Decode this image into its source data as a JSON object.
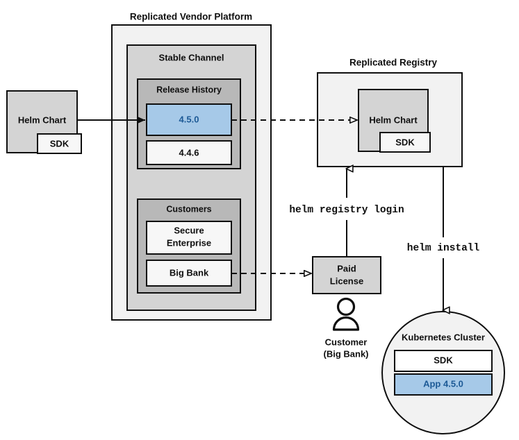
{
  "diagram": {
    "title_vendor_platform": "Replicated Vendor Platform",
    "title_registry": "Replicated Registry",
    "palette": {
      "blue_fill": "#a6c9e8",
      "blue_stroke": "#3c7cbf",
      "blue_text": "#1d5a96",
      "panel_white": "#f2f2f2",
      "panel_light": "#d4d4d4",
      "panel_mid": "#b8b8b8",
      "box_gray": "#d4d4d4",
      "box_white": "#f7f7f7",
      "stroke": "#0f0f0f"
    }
  },
  "helm_chart_source": {
    "label": "Helm Chart",
    "sdk_label": "SDK"
  },
  "vendor_platform": {
    "label": "Replicated Vendor Platform",
    "stable_channel": {
      "label": "Stable Channel",
      "release_history": {
        "label": "Release History",
        "releases": [
          {
            "version": "4.5.0",
            "highlighted": true
          },
          {
            "version": "4.4.6",
            "highlighted": false
          }
        ]
      },
      "customers": {
        "label": "Customers",
        "items": [
          {
            "name_line1": "Secure",
            "name_line2": "Enterprise"
          },
          {
            "name_line1": "Big Bank",
            "name_line2": ""
          }
        ]
      }
    }
  },
  "registry": {
    "label": "Replicated Registry",
    "helm_chart": {
      "label": "Helm Chart",
      "sdk_label": "SDK"
    }
  },
  "license": {
    "line1": "Paid",
    "line2": "License"
  },
  "customer_actor": {
    "line1": "Customer",
    "line2": "(Big Bank)"
  },
  "commands": {
    "registry_login": "helm registry login",
    "install": "helm install"
  },
  "cluster": {
    "label": "Kubernetes Cluster",
    "items": [
      {
        "label": "SDK",
        "highlighted": false
      },
      {
        "label": "App 4.5.0",
        "highlighted": true
      }
    ]
  }
}
